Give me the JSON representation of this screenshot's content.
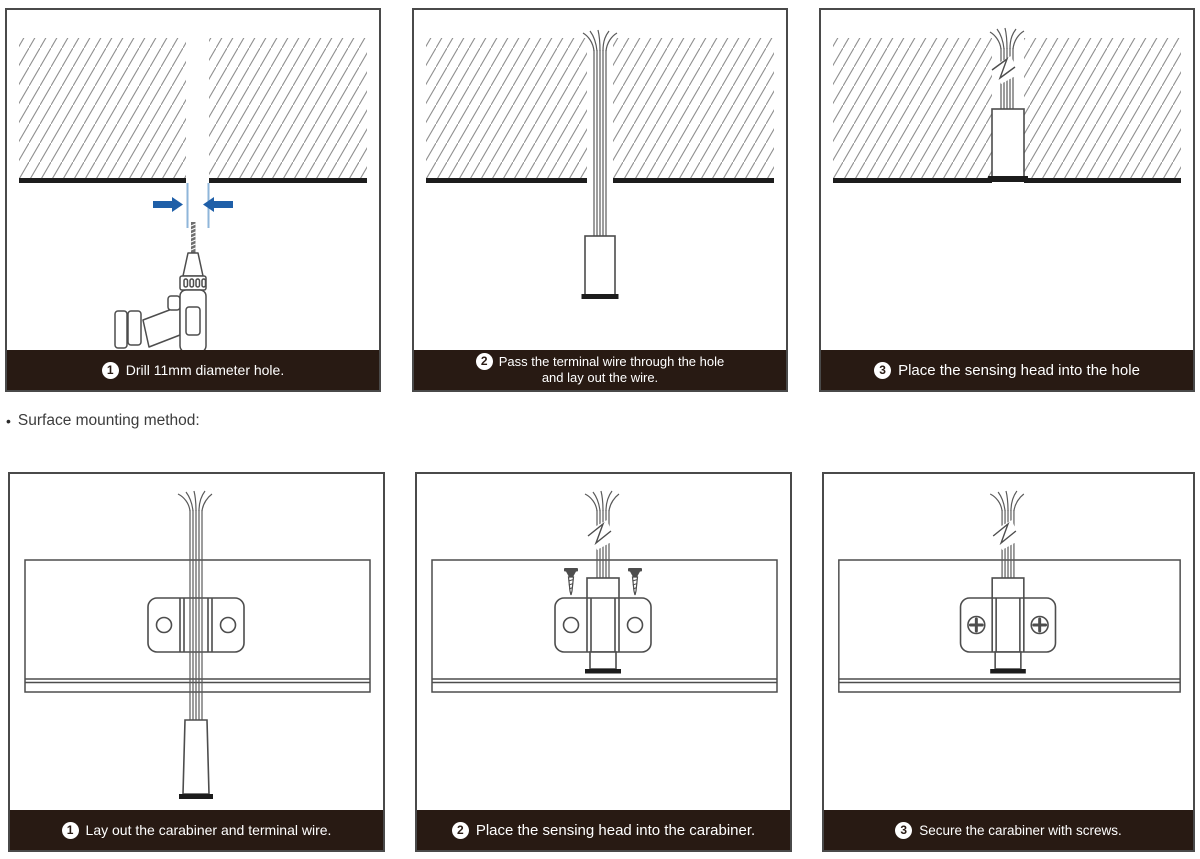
{
  "section": {
    "bullet": "•",
    "label": "Surface mounting method:"
  },
  "colors": {
    "caption_bg": "#281a13",
    "caption_text": "#ffffff",
    "arrow_blue": "#1f5fa8",
    "guide_blue": "#8fb6da",
    "line_art": "#4d4d4d",
    "hatch": "#8f8f8f",
    "ceiling_line": "#1c1c1c"
  },
  "rows": [
    {
      "name": "flush-mounting",
      "panels": [
        {
          "number": "1",
          "caption": "Drill 11mm diameter hole."
        },
        {
          "number": "2",
          "caption_line1": "Pass the terminal wire through the hole",
          "caption_line2": "and lay out the wire."
        },
        {
          "number": "3",
          "caption": "Place the sensing head into the hole"
        }
      ]
    },
    {
      "name": "surface-mounting",
      "panels": [
        {
          "number": "1",
          "caption": "Lay out the carabiner and terminal wire."
        },
        {
          "number": "2",
          "caption": "Place the sensing head into the carabiner."
        },
        {
          "number": "3",
          "caption": "Secure the carabiner with screws."
        }
      ]
    }
  ]
}
